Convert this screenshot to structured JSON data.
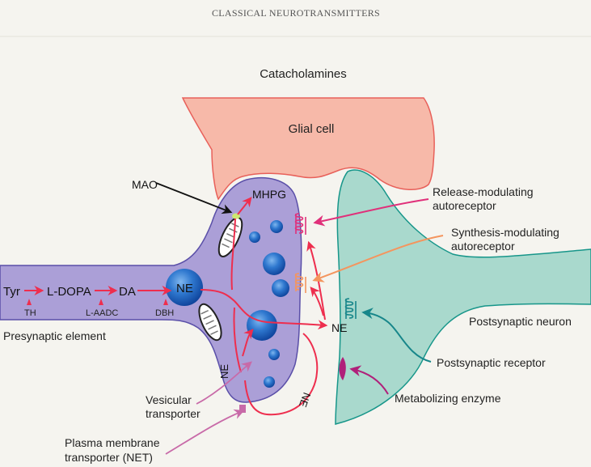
{
  "header": "CLASSICAL NEUROTRANSMITTERS",
  "title": "Catacholamines",
  "cells": {
    "glial": "Glial cell",
    "presynaptic": "Presynaptic element",
    "postsynaptic": "Postsynaptic neuron"
  },
  "pathway": {
    "tyr": "Tyr",
    "ldopa": "L-DOPA",
    "da": "DA",
    "ne": "NE",
    "th": "TH",
    "laadc": "L-AADC",
    "dbh": "DBH"
  },
  "labels": {
    "mao": "MAO",
    "mhpg": "MHPG",
    "ne_released": "NE",
    "ne_vertical": "NE",
    "ne_reuptake": "NE",
    "release_autoreceptor_1": "Release-modulating",
    "release_autoreceptor_2": "autoreceptor",
    "synthesis_autoreceptor_1": "Synthesis-modulating",
    "synthesis_autoreceptor_2": "autoreceptor",
    "postsynaptic_receptor": "Postsynaptic receptor",
    "metabolizing_enzyme": "Metabolizing enzyme",
    "vesicular_1": "Vesicular",
    "vesicular_2": "transporter",
    "net_1": "Plasma membrane",
    "net_2": "transporter (NET)"
  },
  "colors": {
    "background": "#f5f4ef",
    "glial_fill": "#f7b8a8",
    "glial_stroke": "#e8605a",
    "presynaptic_fill": "#aa9ed6",
    "presynaptic_stroke": "#5a4fa8",
    "postsynaptic_fill": "#a8d8cc",
    "postsynaptic_stroke": "#17968a",
    "vesicle": "#2b6fc2",
    "arrow_red": "#ee2e4e",
    "release_receptor": "#e0307a",
    "synthesis_receptor": "#f4955e",
    "enzyme": "#b0207a",
    "transporter": "#c86aa8"
  }
}
